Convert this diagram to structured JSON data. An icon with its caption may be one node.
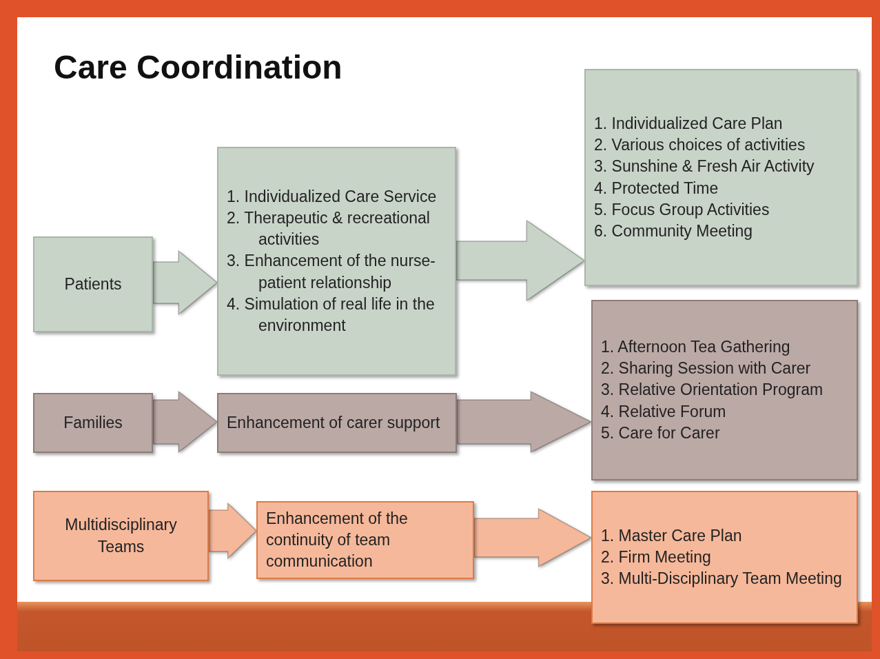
{
  "diagram": {
    "title": "Care Coordination",
    "nodes": [
      {
        "text": [
          "Patients"
        ]
      },
      {
        "text": [
          "1. Individualized Care Service",
          "2. Therapeutic & recreational activities",
          "3. Enhancement of the nurse-patient relationship",
          "4. Simulation of real life in the environment"
        ]
      },
      {
        "text": [
          "1. Individualized Care Plan",
          "2. Various choices of activities",
          "3. Sunshine & Fresh Air Activity",
          "4. Protected Time",
          "5. Focus Group Activities",
          "6. Community Meeting"
        ]
      },
      {
        "text": [
          "Families"
        ]
      },
      {
        "text": [
          "Enhancement of carer support"
        ]
      },
      {
        "text": [
          "1. Afternoon Tea Gathering",
          "2. Sharing Session with Carer",
          "3. Relative Orientation Program",
          "4. Relative Forum",
          "5. Care for Carer"
        ]
      },
      {
        "text": [
          "Multidisciplinary Teams"
        ]
      },
      {
        "text": [
          "Enhancement of the continuity of team communication"
        ]
      },
      {
        "text": [
          "1. Master Care Plan",
          "2. Firm Meeting",
          "3. Multi-Disciplinary Team Meeting"
        ]
      }
    ],
    "edges": [
      {
        "from": 0,
        "to": 1,
        "arrow": "to",
        "color": "#c9d4c9"
      },
      {
        "from": 1,
        "to": 2,
        "arrow": "to",
        "color": "#c9d4c9"
      },
      {
        "from": 3,
        "to": 4,
        "arrow": "to",
        "color": "#bba9a6"
      },
      {
        "from": 4,
        "to": 5,
        "arrow": "to",
        "color": "#bba9a6"
      },
      {
        "from": 6,
        "to": 7,
        "arrow": "to",
        "color": "#f6b89a"
      },
      {
        "from": 7,
        "to": 8,
        "arrow": "to",
        "color": "#f6b89a"
      }
    ]
  }
}
